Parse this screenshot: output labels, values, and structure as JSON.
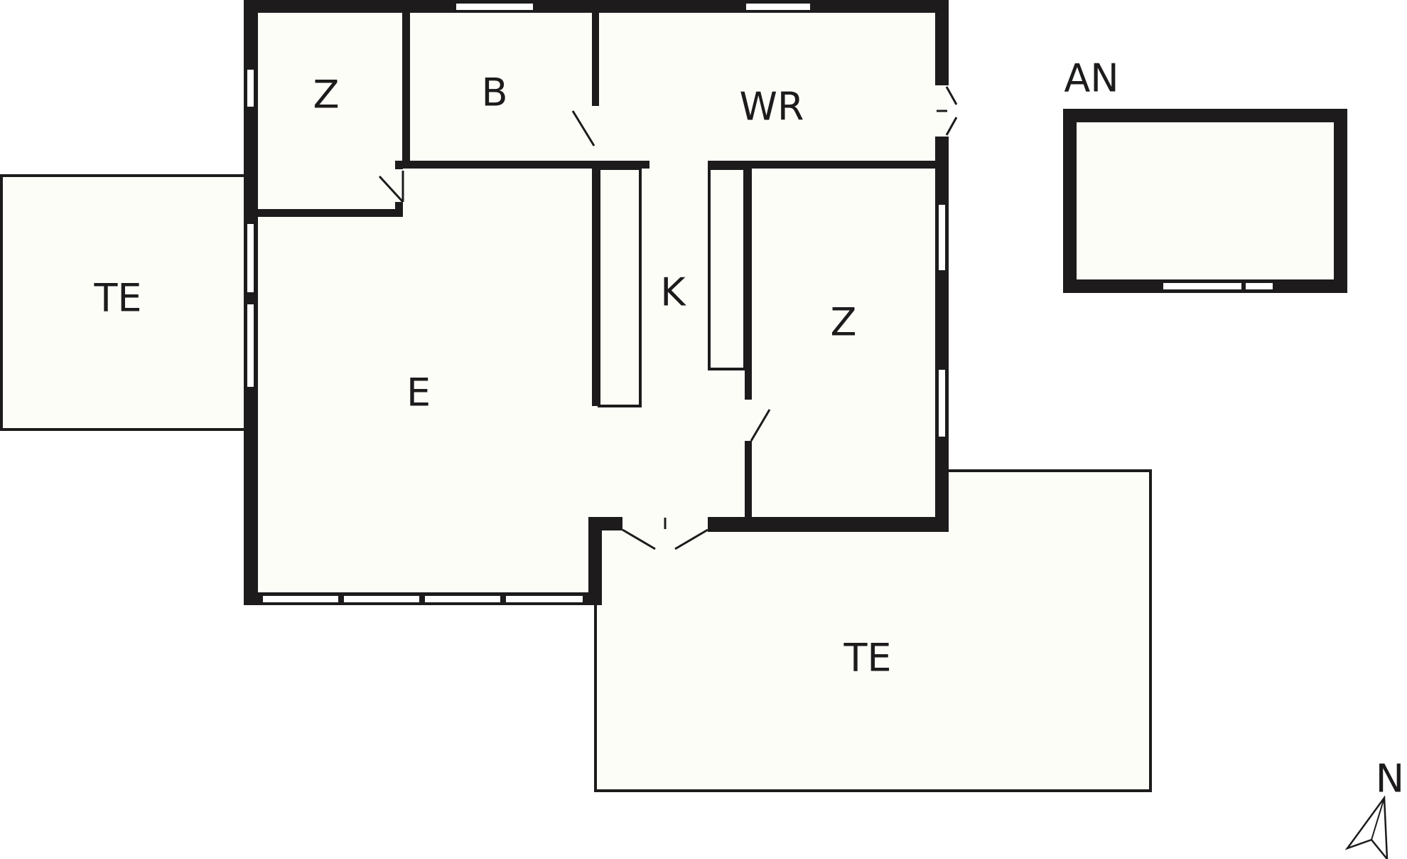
{
  "floorplan": {
    "rooms": {
      "te_west": "TE",
      "z_north": "Z",
      "b": "B",
      "wr": "WR",
      "k": "K",
      "z_east": "Z",
      "e": "E",
      "te_south": "TE",
      "an": "AN"
    },
    "compass": {
      "label": "N",
      "icon": "north-arrow-icon"
    }
  },
  "colors": {
    "wall": "#1d1b1c",
    "floor": "#fdfdf8",
    "background": "#ffffff"
  }
}
